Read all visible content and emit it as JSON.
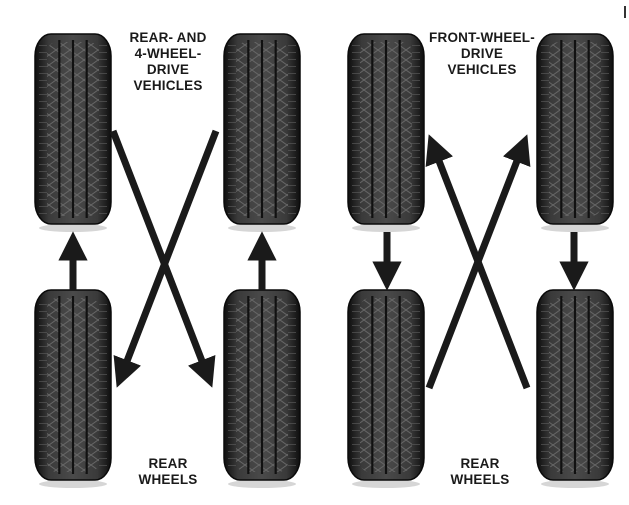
{
  "panels": [
    {
      "id": "rwd",
      "title_lines": [
        "REAR- AND",
        "4-WHEEL-",
        "DRIVE",
        "VEHICLES"
      ],
      "bottom_lines": [
        "REAR",
        "WHEELS"
      ],
      "rotation": "rear tires move straight forward; front tires cross to the opposite rear positions"
    },
    {
      "id": "fwd",
      "title_lines": [
        "FRONT-WHEEL-",
        "DRIVE",
        "VEHICLES"
      ],
      "bottom_lines": [
        "REAR",
        "WHEELS"
      ],
      "rotation": "front tires move straight back; rear tires cross to the opposite front positions"
    }
  ],
  "colors": {
    "tire_dark": "#1c1c1c",
    "tire_mid": "#3a3a3a",
    "tread_line": "#6a6a6a",
    "arrow": "#1a1a1a",
    "text": "#1a1a1a",
    "background": "#ffffff"
  }
}
